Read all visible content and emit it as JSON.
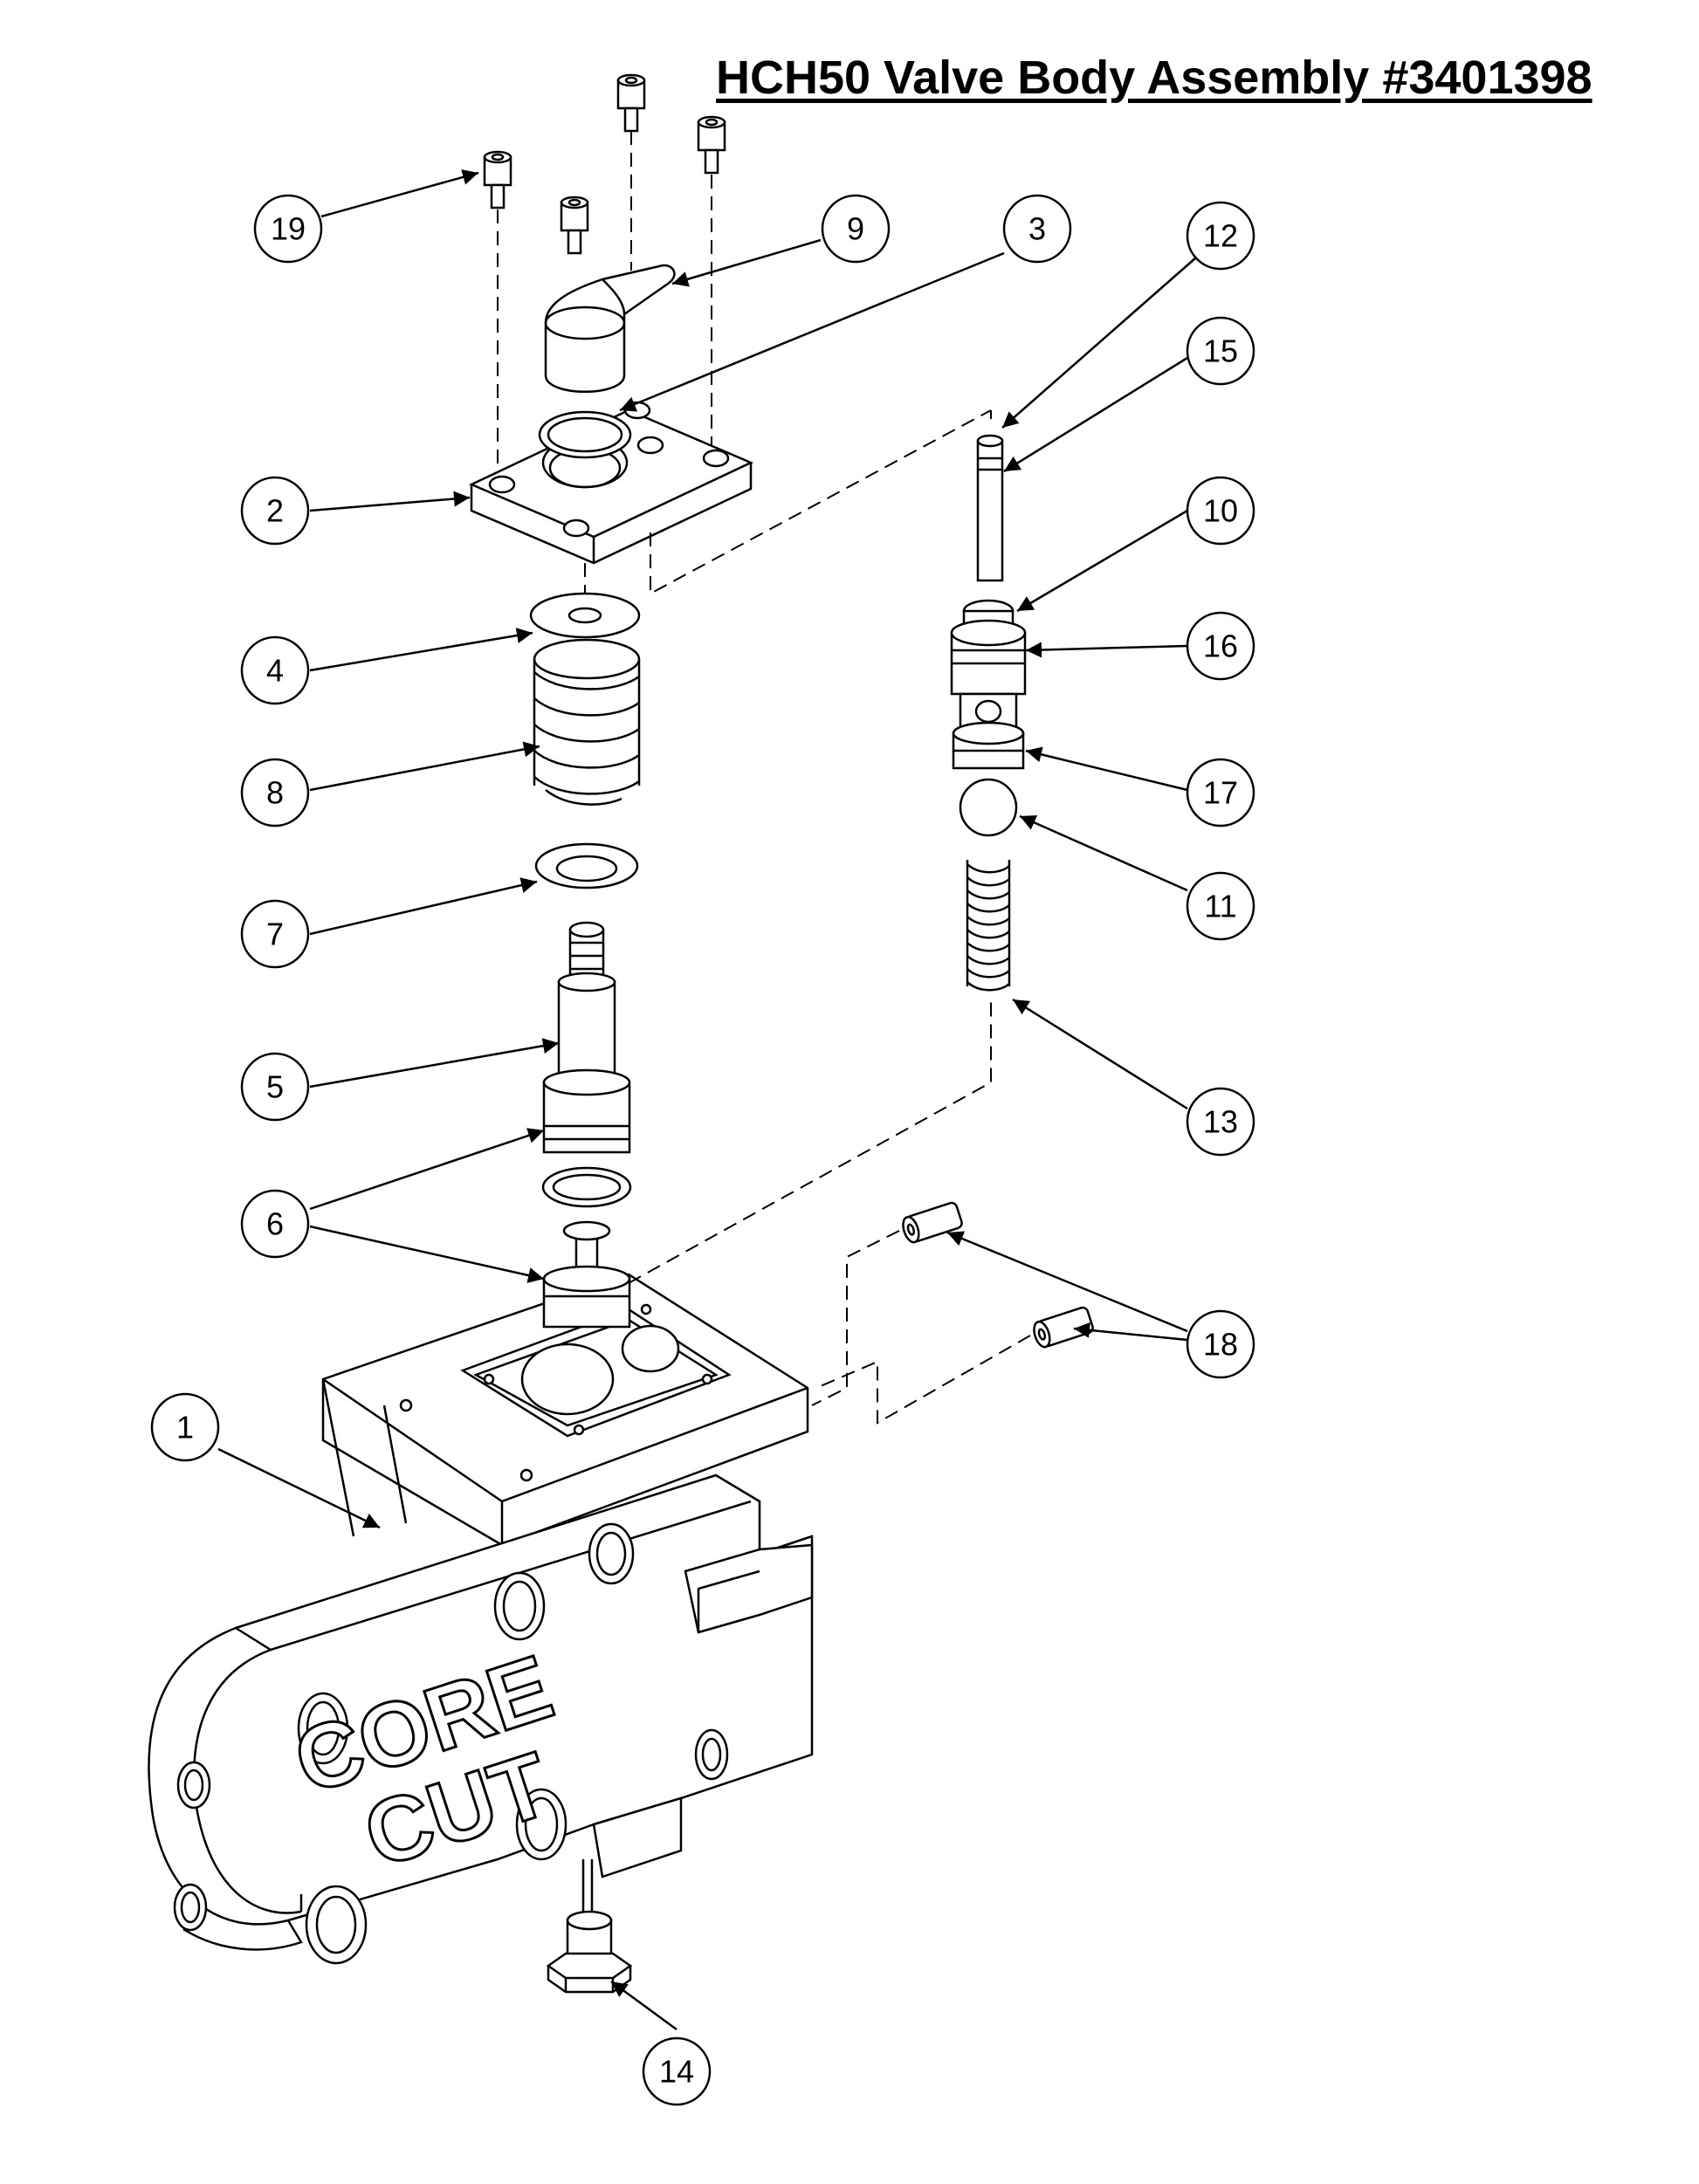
{
  "title": "HCH50 Valve Body Assembly #3401398",
  "logo": {
    "line1": "CORE",
    "line2": "CUT"
  },
  "callouts": [
    {
      "id": "c19",
      "label": "19"
    },
    {
      "id": "c9",
      "label": "9"
    },
    {
      "id": "c3",
      "label": "3"
    },
    {
      "id": "c12",
      "label": "12"
    },
    {
      "id": "c15",
      "label": "15"
    },
    {
      "id": "c2",
      "label": "2"
    },
    {
      "id": "c10",
      "label": "10"
    },
    {
      "id": "c16",
      "label": "16"
    },
    {
      "id": "c4",
      "label": "4"
    },
    {
      "id": "c8",
      "label": "8"
    },
    {
      "id": "c17",
      "label": "17"
    },
    {
      "id": "c11",
      "label": "11"
    },
    {
      "id": "c7",
      "label": "7"
    },
    {
      "id": "c5",
      "label": "5"
    },
    {
      "id": "c13",
      "label": "13"
    },
    {
      "id": "c6",
      "label": "6"
    },
    {
      "id": "c18",
      "label": "18"
    },
    {
      "id": "c1",
      "label": "1"
    },
    {
      "id": "c14",
      "label": "14"
    }
  ]
}
